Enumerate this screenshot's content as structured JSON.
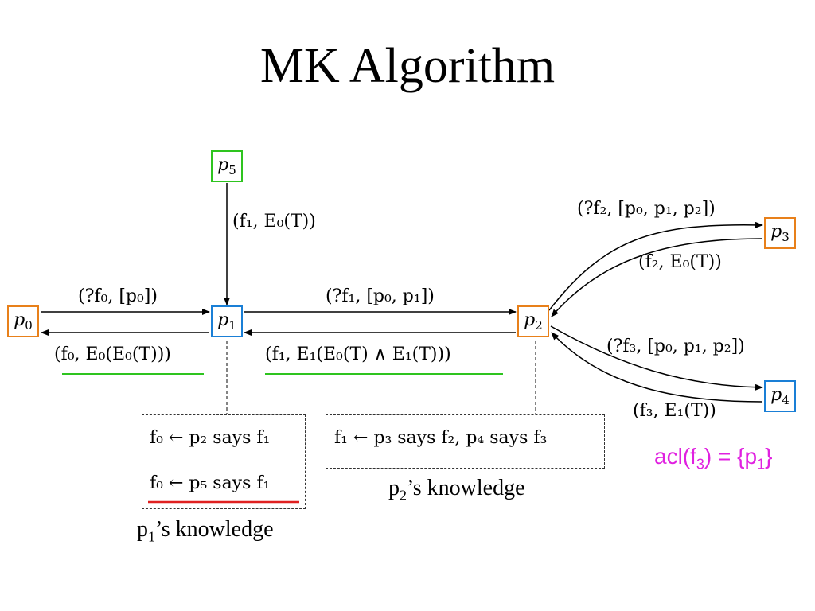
{
  "title": "MK Algorithm",
  "nodes": {
    "p0": "p",
    "p1": "p",
    "p2": "p",
    "p3": "p",
    "p4": "p",
    "p5": "p",
    "p0_sub": "0",
    "p1_sub": "1",
    "p2_sub": "2",
    "p3_sub": "3",
    "p4_sub": "4",
    "p5_sub": "5"
  },
  "edge_labels": {
    "p5_p1": "(f₁, E₀(T))",
    "p0_p1": "(?f₀, [p₀])",
    "p1_p0": "(f₀, E₀(E₀(T)))",
    "p1_p2": "(?f₁, [p₀, p₁])",
    "p2_p1": "(f₁, E₁(E₀(T) ∧ E₁(T)))",
    "p2_p3": "(?f₂, [p₀, p₁, p₂])",
    "p3_p2": "(f₂, E₀(T))",
    "p2_p4": "(?f₃, [p₀, p₁, p₂])",
    "p4_p2": "(f₃, E₁(T))"
  },
  "knowledge": {
    "p1_lines": [
      "f₀ ← p₂  says  f₁",
      "f₀ ← p₅  says  f₁"
    ],
    "p2_lines": [
      "f₁ ← p₃  says  f₂, p₄  says  f₃"
    ],
    "p1_caption_pre": "p",
    "p1_caption_sub": "1",
    "p1_caption_post": "’s knowledge",
    "p2_caption_pre": "p",
    "p2_caption_sub": "2",
    "p2_caption_post": "’s knowledge"
  },
  "acl": {
    "pre": "acl(f",
    "sub1": "3",
    "mid": ") = {p",
    "sub2": "1",
    "post": "}"
  },
  "colors": {
    "orange": "#e8801a",
    "blue": "#1a7fd6",
    "green": "#2ec41f",
    "underline_green": "#2ec41f",
    "underline_red": "#e02020",
    "acl_magenta": "#e020e0"
  }
}
